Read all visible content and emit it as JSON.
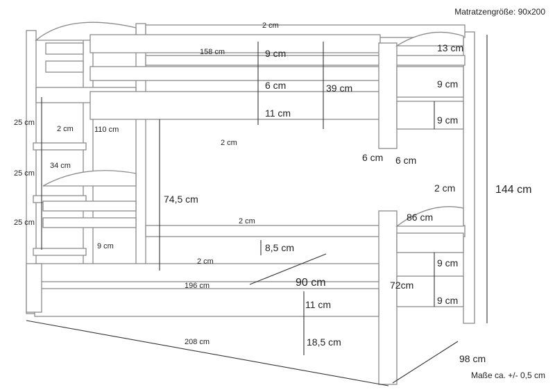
{
  "header": {
    "mattress_size": "Matratzengröße: 90x200"
  },
  "footer": {
    "tolerance": "Maße ca. +/- 0,5 cm"
  },
  "dimensions": {
    "top_gap": "2 cm",
    "top_rail_length": "158 cm",
    "top_rail_h1": "9 cm",
    "top_rail_h2": "6 cm",
    "side_rail_h": "11 cm",
    "guard_height": "39 cm",
    "right_top_13": "13 cm",
    "right_rail_9a": "9 cm",
    "right_rail_9b": "9 cm",
    "ladder_step_25a": "25 cm",
    "ladder_step_25b": "25 cm",
    "ladder_step_25c": "25 cm",
    "ladder_gap_2": "2 cm",
    "ladder_110": "110 cm",
    "ladder_34": "34 cm",
    "center_gap_2": "2 cm",
    "post_6a": "6 cm",
    "post_6b": "6 cm",
    "total_height": "144 cm",
    "clearance_745": "74,5 cm",
    "lower_gap_2a": "2 cm",
    "lower_rail_85": "8,5 cm",
    "lower_gap_2b": "2 cm",
    "lower_length_196": "196 cm",
    "width_90": "90 cm",
    "lower_side_11": "11 cm",
    "floor_185": "18,5 cm",
    "ladder_9": "9 cm",
    "right_gap_2": "2 cm",
    "right_86": "86 cm",
    "right_72": "72cm",
    "right_lower_9a": "9 cm",
    "right_lower_9b": "9 cm",
    "total_length": "208 cm",
    "total_depth": "98 cm"
  }
}
